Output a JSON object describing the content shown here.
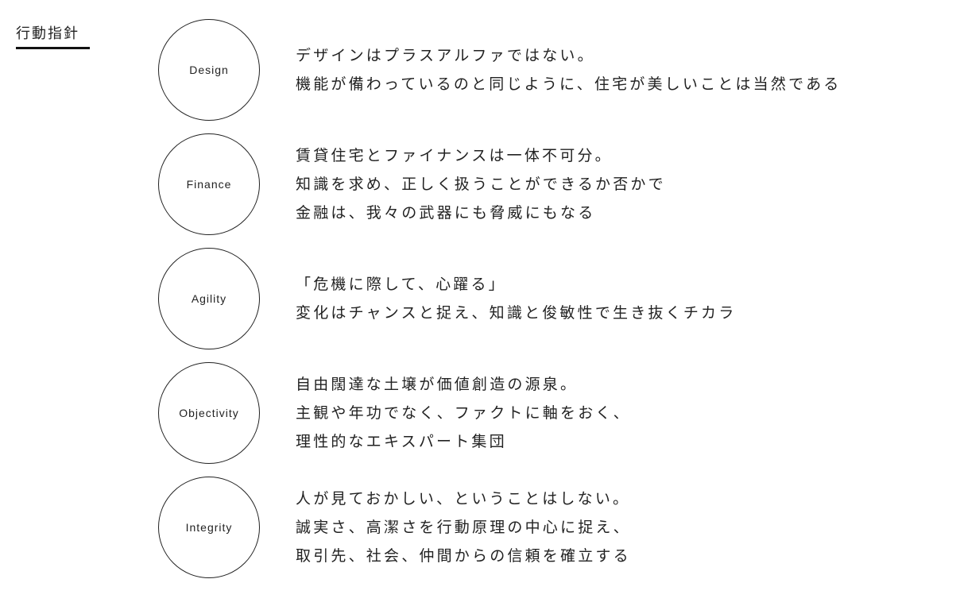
{
  "title": "行動指針",
  "values": [
    {
      "name": "Design",
      "lines": [
        "デザインはプラスアルファではない。",
        "機能が備わっているのと同じように、住宅が美しいことは当然である"
      ]
    },
    {
      "name": "Finance",
      "lines": [
        "賃貸住宅とファイナンスは一体不可分。",
        "知識を求め、正しく扱うことができるか否かで",
        "金融は、我々の武器にも脅威にもなる"
      ]
    },
    {
      "name": "Agility",
      "lines": [
        "「危機に際して、心躍る」",
        "変化はチャンスと捉え、知識と俊敏性で生き抜くチカラ"
      ]
    },
    {
      "name": "Objectivity",
      "lines": [
        "自由闊達な土壌が価値創造の源泉。",
        "主観や年功でなく、ファクトに軸をおく、",
        "理性的なエキスパート集団"
      ]
    },
    {
      "name": "Integrity",
      "lines": [
        "人が見ておかしい、ということはしない。",
        "誠実さ、高潔さを行動原理の中心に捉え、",
        "取引先、社会、仲間からの信頼を確立する"
      ]
    }
  ]
}
